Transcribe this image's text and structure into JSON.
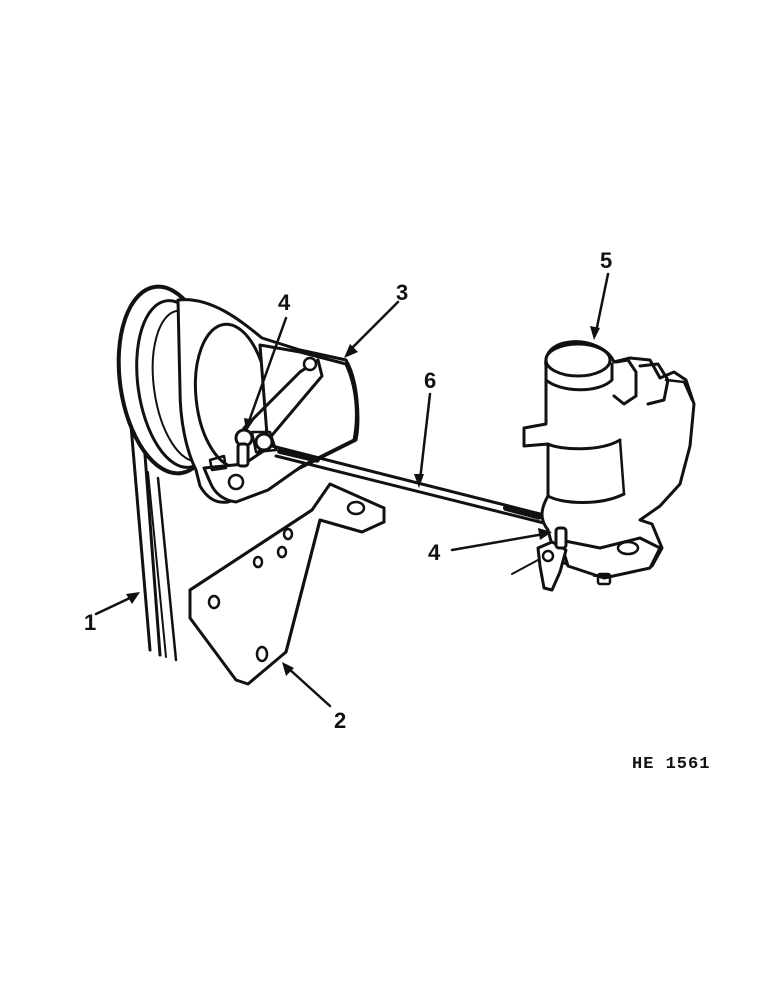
{
  "callouts": [
    {
      "id": "belt",
      "label": "1"
    },
    {
      "id": "bracket",
      "label": "2"
    },
    {
      "id": "governor",
      "label": "3"
    },
    {
      "id": "ball-joint-upper",
      "label": "4"
    },
    {
      "id": "ball-joint-lower",
      "label": "4"
    },
    {
      "id": "carburetor",
      "label": "5"
    },
    {
      "id": "rod",
      "label": "6"
    }
  ],
  "figure_code": "HE 1561",
  "colors": {
    "ink": "#111111",
    "paper": "#ffffff"
  }
}
